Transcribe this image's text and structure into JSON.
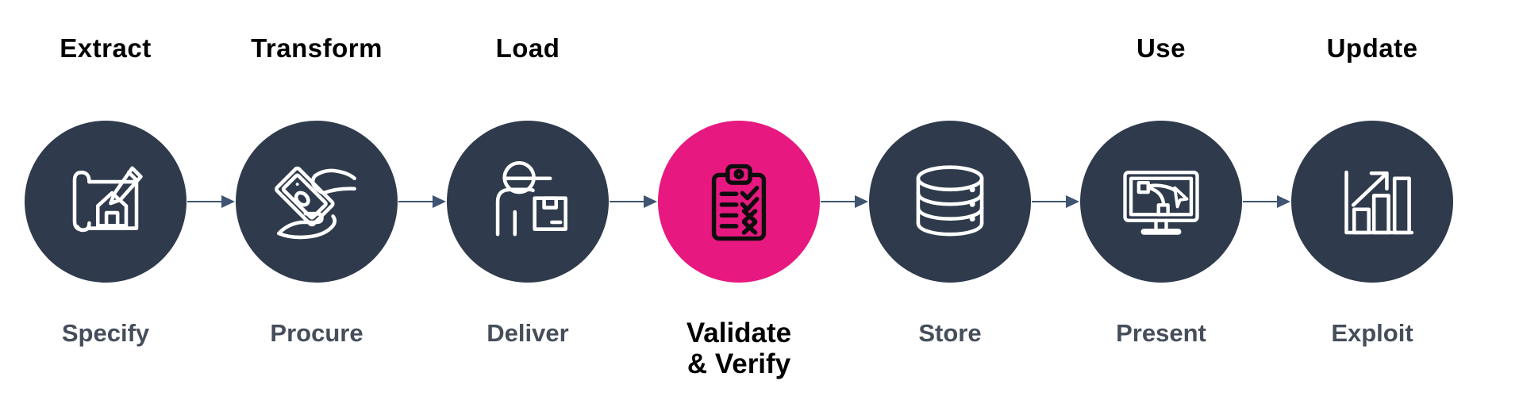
{
  "diagram": {
    "title_context": "Data lifecycle process flow",
    "steps": [
      {
        "top_label": "Extract",
        "bottom_label": "Specify",
        "icon": "blueprint-house-pencil-icon",
        "highlighted": false
      },
      {
        "top_label": "Transform",
        "bottom_label": "Procure",
        "icon": "hand-giving-money-icon",
        "highlighted": false
      },
      {
        "top_label": "Load",
        "bottom_label": "Deliver",
        "icon": "delivery-person-box-icon",
        "highlighted": false
      },
      {
        "top_label": "",
        "bottom_label": "Validate\n& Verify",
        "icon": "clipboard-checklist-icon",
        "highlighted": true
      },
      {
        "top_label": "",
        "bottom_label": "Store",
        "icon": "database-icon",
        "highlighted": false
      },
      {
        "top_label": "Use",
        "bottom_label": "Present",
        "icon": "monitor-bezier-cursor-icon",
        "highlighted": false
      },
      {
        "top_label": "Update",
        "bottom_label": "Exploit",
        "icon": "bar-chart-growth-icon",
        "highlighted": false
      }
    ],
    "colors": {
      "background": "#ffffff",
      "step_circle": "#2F3B4C",
      "highlight_circle": "#E7187F",
      "arrow": "#3E5471",
      "top_label_text": "#000000",
      "bottom_label_text": "#454E5A",
      "highlight_label_text": "#000000",
      "icon_stroke_on_dark": "#ffffff",
      "icon_stroke_on_highlight": "#0d0d0d"
    },
    "arrow_count": 6
  }
}
